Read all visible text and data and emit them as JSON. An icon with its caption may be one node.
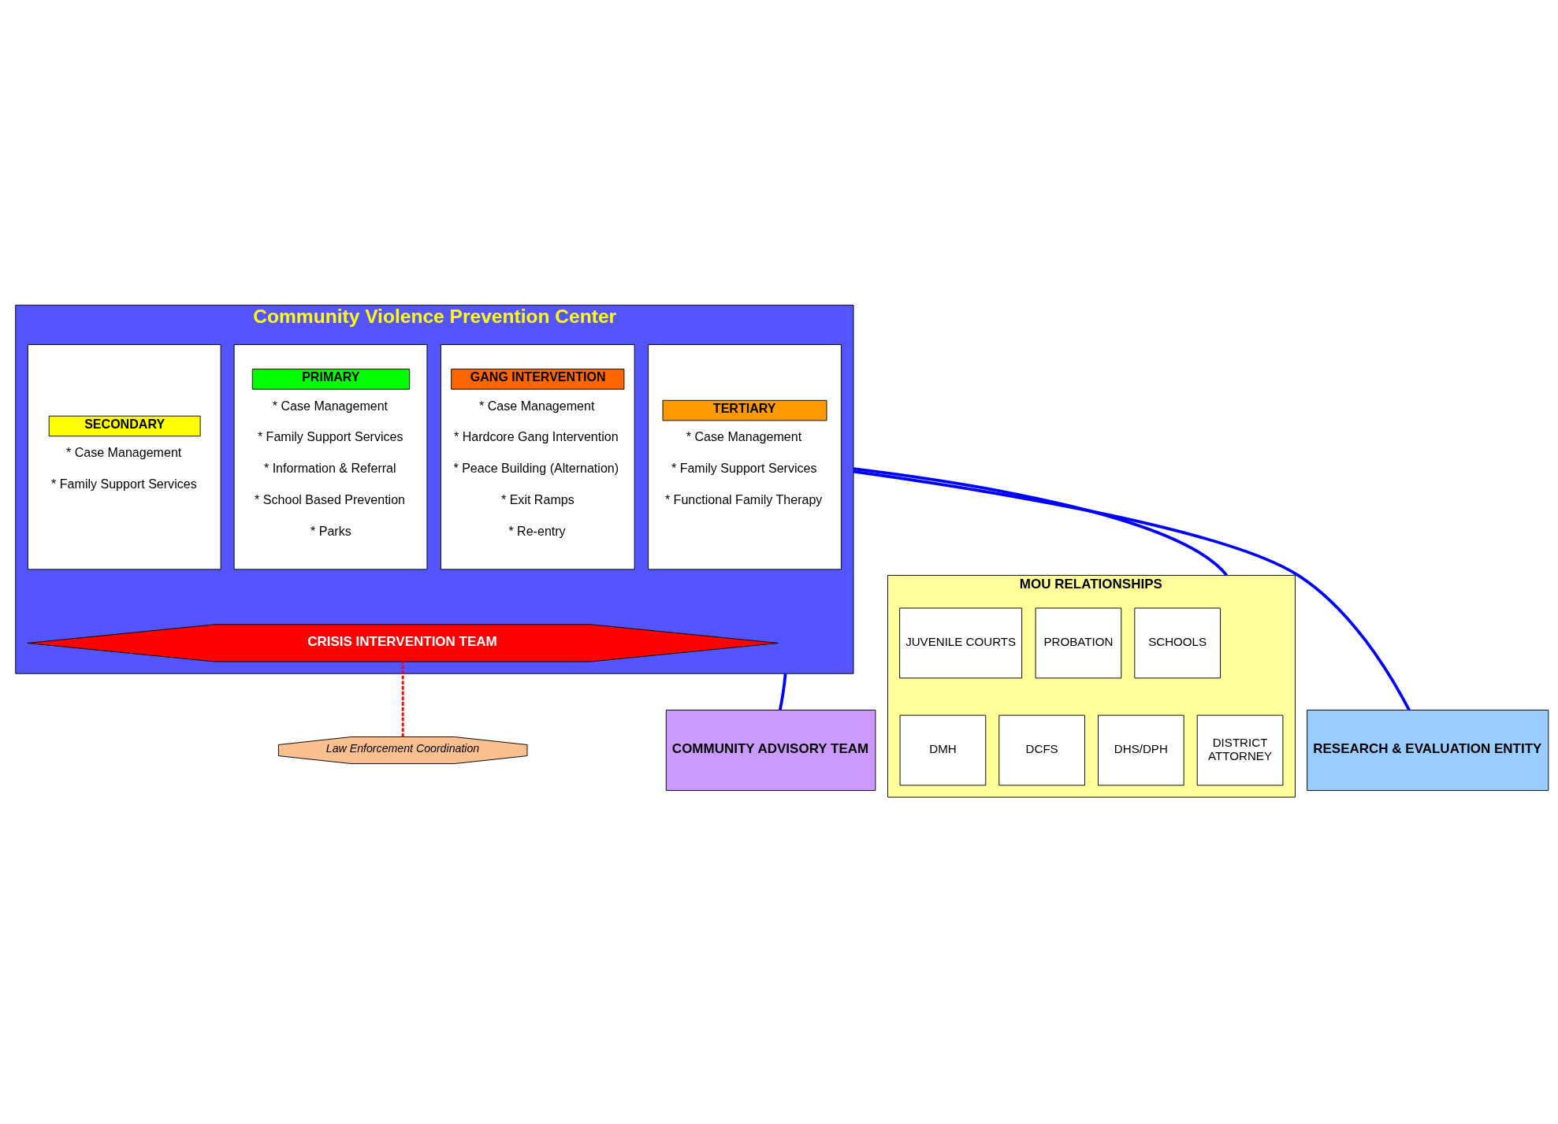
{
  "diagram": {
    "nodes": [
      {
        "text": [
          "Community Violence Prevention Center"
        ]
      },
      {
        "text": [
          "PRIMARY",
          "* Case Management",
          "* Family Support Services",
          "* Information & Referral",
          "* School Based Prevention",
          "* Parks"
        ],
        "in": 0
      },
      {
        "text": [
          "SECONDARY",
          "* Case Management",
          "* Family Support Services"
        ],
        "in": 0
      },
      {
        "text": [
          "TERTIARY",
          "* Case Management",
          "* Family Support Services",
          "* Functional Family Therapy"
        ],
        "in": 0
      },
      {
        "text": [
          "GANG INTERVENTION",
          "* Case Management",
          "* Hardcore Gang Intervention",
          "* Peace Building (Alternation)",
          "* Exit Ramps",
          "* Re-entry"
        ],
        "in": 0
      },
      {
        "text": [
          "CRISIS INTERVENTION TEAM"
        ],
        "in": 0
      },
      {
        "text": [
          "COMMUNITY ADVISORY TEAM"
        ]
      },
      {
        "text": [
          "MOU RELATIONSHIPS"
        ]
      },
      {
        "text": [
          "SCHOOLS"
        ],
        "in": 7
      },
      {
        "text": [
          "JUVENILE COURTS"
        ],
        "in": 7
      },
      {
        "text": [
          "PROBATION"
        ],
        "in": 7
      },
      {
        "text": [
          "DHS/DPH"
        ],
        "in": 7
      },
      {
        "text": [
          "DMH"
        ],
        "in": 7
      },
      {
        "text": [
          "DCFS"
        ],
        "in": 7
      },
      {
        "text": [
          "DISTRICT ATTORNEY"
        ],
        "in": 7
      },
      {
        "text": [
          "RESEARCH & EVALUATION ENTITY"
        ]
      },
      {
        "text": [
          "Law Enforcement Coordination"
        ]
      }
    ],
    "edges": [
      {
        "from": 6,
        "to": 0,
        "arrow": "none"
      },
      {
        "from": 7,
        "to": 0,
        "arrow": "none"
      },
      {
        "from": 15,
        "to": 0,
        "arrow": "none"
      },
      {
        "from": 16,
        "to": 5,
        "arrow": "none",
        "style": "dashed",
        "color": "#ff0000"
      }
    ]
  }
}
